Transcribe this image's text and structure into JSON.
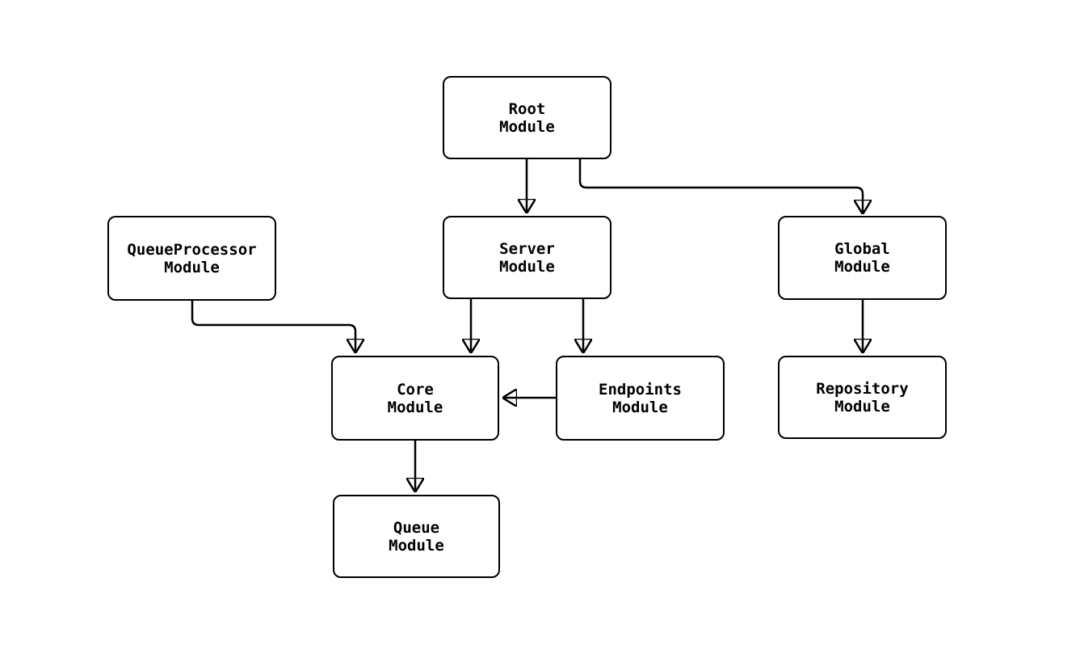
{
  "diagram": {
    "type": "module-dependency-graph",
    "background_color": "#ffffff",
    "line_color": "#000000",
    "text_color": "#000000",
    "node_fill_color": "#ffffff",
    "nodes": [
      {
        "id": "root",
        "line1": "Root",
        "line2": "Module"
      },
      {
        "id": "queueprocessor",
        "line1": "QueueProcessor",
        "line2": "Module"
      },
      {
        "id": "server",
        "line1": "Server",
        "line2": "Module"
      },
      {
        "id": "global",
        "line1": "Global",
        "line2": "Module"
      },
      {
        "id": "core",
        "line1": "Core",
        "line2": "Module"
      },
      {
        "id": "endpoints",
        "line1": "Endpoints",
        "line2": "Module"
      },
      {
        "id": "repository",
        "line1": "Repository",
        "line2": "Module"
      },
      {
        "id": "queue",
        "line1": "Queue",
        "line2": "Module"
      }
    ],
    "edges": [
      {
        "from": "Root Module",
        "to": "Server Module"
      },
      {
        "from": "Root Module",
        "to": "Global Module"
      },
      {
        "from": "QueueProcessor Module",
        "to": "Core Module"
      },
      {
        "from": "Server Module",
        "to": "Core Module"
      },
      {
        "from": "Server Module",
        "to": "Endpoints Module"
      },
      {
        "from": "Endpoints Module",
        "to": "Core Module"
      },
      {
        "from": "Core Module",
        "to": "Queue Module"
      },
      {
        "from": "Global Module",
        "to": "Repository Module"
      }
    ]
  }
}
